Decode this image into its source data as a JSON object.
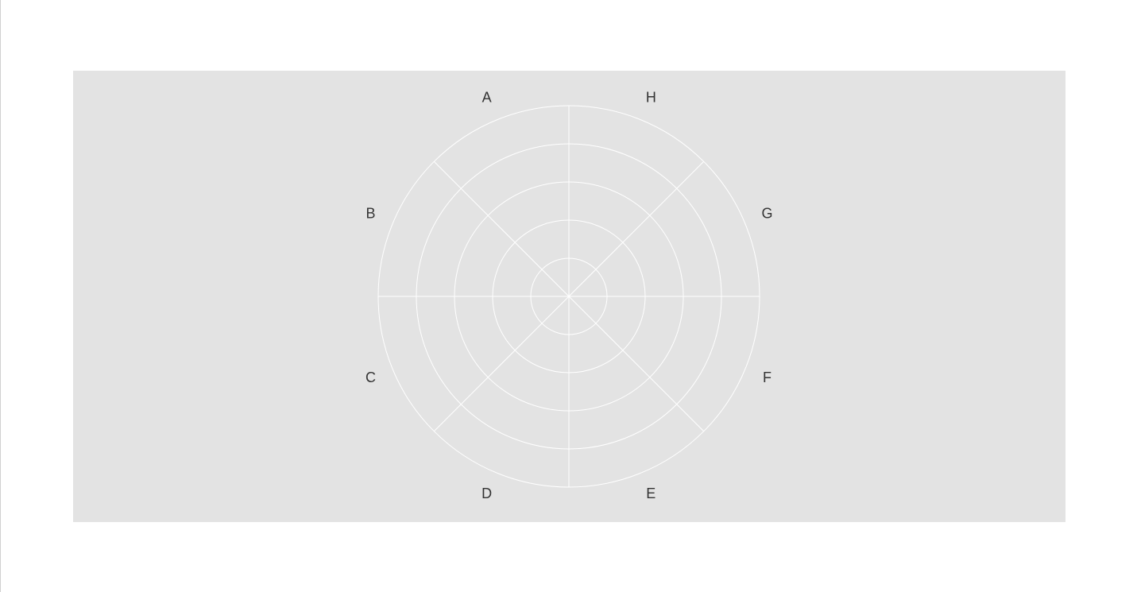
{
  "chart_data": {
    "type": "polar",
    "categories": [
      "A",
      "H",
      "G",
      "F",
      "E",
      "D",
      "C",
      "B"
    ],
    "radial_rings": 5,
    "series": [],
    "grid": true,
    "legend": "none",
    "colors": {
      "panel_background": "#e3e3e3",
      "grid_lines": "#ffffff",
      "label_text": "#333333"
    }
  }
}
